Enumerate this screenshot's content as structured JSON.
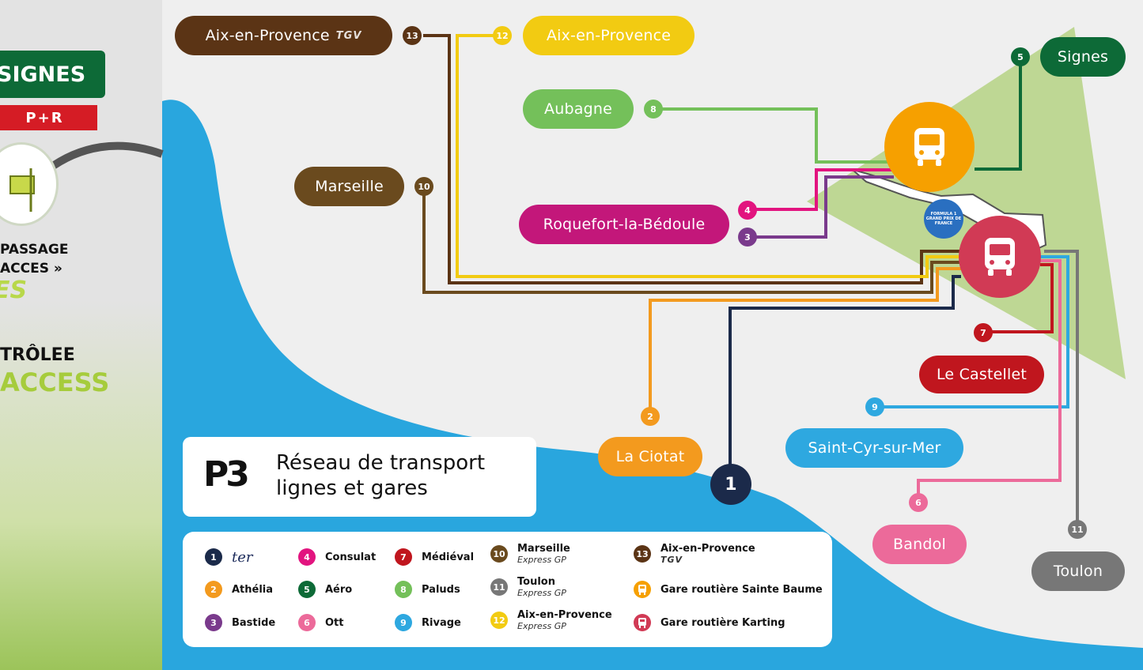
{
  "left_panel": {
    "signes": "SIGNES",
    "pr": "P+R",
    "passage_line1": "PASSAGE",
    "passage_line2": "ACCES »",
    "passage_line3": "ES",
    "controlee": "TRÔLEE",
    "access": "ACCESS"
  },
  "title": {
    "code": "P3",
    "line1": "Réseau de transport",
    "line2": "lignes et gares"
  },
  "destinations": {
    "aix_tgv": "Aix-en-Provence",
    "tgv_mark": "TGV",
    "aix": "Aix-en-Provence",
    "aubagne": "Aubagne",
    "marseille": "Marseille",
    "roquefort": "Roquefort-la-Bédoule",
    "signes": "Signes",
    "le_castellet": "Le Castellet",
    "saint_cyr": "Saint-Cyr-sur-Mer",
    "la_ciotat": "La Ciotat",
    "bandol": "Bandol",
    "toulon": "Toulon",
    "line1_badge": "1"
  },
  "badges": [
    "13",
    "12",
    "8",
    "10",
    "4",
    "3",
    "5",
    "7",
    "9",
    "2",
    "6",
    "11"
  ],
  "circuit_logo": "FORMULA 1 GRAND PRIX DE FRANCE",
  "legend": {
    "items": [
      {
        "num": "1",
        "label": "ter",
        "color": "#1b2a4a"
      },
      {
        "num": "2",
        "label": "Athélia",
        "color": "#f39a1e"
      },
      {
        "num": "3",
        "label": "Bastide",
        "color": "#7a3a8c"
      },
      {
        "num": "4",
        "label": "Consulat",
        "color": "#e2147f"
      },
      {
        "num": "5",
        "label": "Aéro",
        "color": "#0d6a37"
      },
      {
        "num": "6",
        "label": "Ott",
        "color": "#ec6a9a"
      },
      {
        "num": "7",
        "label": "Médiéval",
        "color": "#c0161e"
      },
      {
        "num": "8",
        "label": "Paluds",
        "color": "#74c05a"
      },
      {
        "num": "9",
        "label": "Rivage",
        "color": "#2ea8e0"
      },
      {
        "num": "10",
        "label": "Marseille",
        "sub": "Express GP",
        "color": "#6a4a1e"
      },
      {
        "num": "11",
        "label": "Toulon",
        "sub": "Express GP",
        "color": "#777777"
      },
      {
        "num": "12",
        "label": "Aix-en-Provence",
        "sub": "Express GP",
        "color": "#f2cb12"
      },
      {
        "num": "13",
        "label": "Aix-en-Provence",
        "sub": "TGV",
        "color": "#5b3415"
      }
    ],
    "bus_sainte_baume": "Gare routière Sainte Baume",
    "bus_karting": "Gare routière Karting"
  },
  "colors": {
    "sea": "#29a6de",
    "land": "#efefef",
    "zone": "#b8d48a",
    "hub_orange": "#f6a000",
    "hub_red": "#d13a55"
  }
}
